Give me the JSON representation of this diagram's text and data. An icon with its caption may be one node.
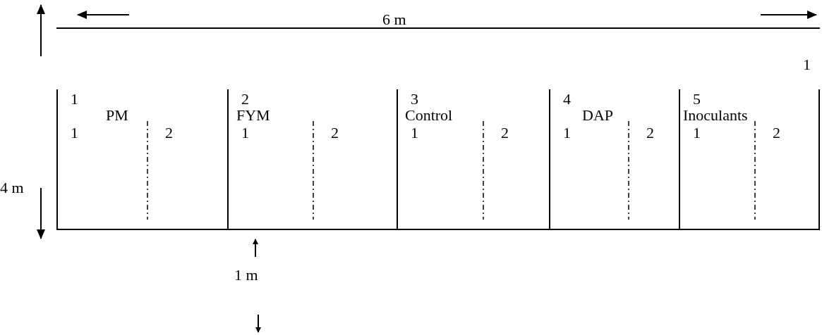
{
  "diagram": {
    "nodes": [
      {
        "text": [
          "1",
          "PM",
          "1",
          "2"
        ]
      },
      {
        "text": [
          "2",
          "FYM",
          "1",
          "2"
        ]
      },
      {
        "text": [
          "3",
          "Control",
          "1",
          "2"
        ]
      },
      {
        "text": [
          "4",
          "DAP",
          "1",
          "2"
        ]
      },
      {
        "text": [
          "5",
          "Inoculants",
          "1",
          "2"
        ]
      }
    ],
    "labels": [
      "6 m",
      "1",
      "4 m",
      "1 m"
    ]
  }
}
